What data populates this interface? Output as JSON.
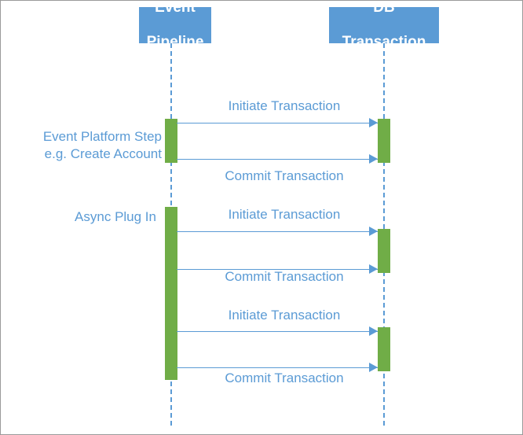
{
  "diagram": {
    "type": "sequence-diagram",
    "colors": {
      "participant_fill": "#5B9BD5",
      "participant_text": "#FFFFFF",
      "activation_fill": "#70AD47",
      "line_color": "#5B9BD5",
      "label_text": "#5B9BD5",
      "background": "#FFFFFF",
      "border": "#9A9A9A"
    },
    "participants": [
      {
        "id": "event-pipeline",
        "label": "Event\nPipeline",
        "line1": "Event",
        "line2": "Pipeline"
      },
      {
        "id": "db-transaction",
        "label": "DB\nTransaction",
        "line1": "DB",
        "line2": "Transaction"
      }
    ],
    "side_labels": [
      {
        "id": "event-platform-step",
        "line1": "Event Platform Step",
        "line2": "e.g. Create Account"
      },
      {
        "id": "async-plug-in",
        "line1": "Async Plug In",
        "line2": ""
      }
    ],
    "messages": [
      {
        "id": "m1",
        "label": "Initiate Transaction",
        "from": "event-pipeline",
        "to": "db-transaction",
        "direction": "right"
      },
      {
        "id": "m2",
        "label": "Commit Transaction",
        "from": "event-pipeline",
        "to": "db-transaction",
        "direction": "right"
      },
      {
        "id": "m3",
        "label": "Initiate Transaction",
        "from": "event-pipeline",
        "to": "db-transaction",
        "direction": "right"
      },
      {
        "id": "m4",
        "label": "Commit Transaction",
        "from": "event-pipeline",
        "to": "db-transaction",
        "direction": "right"
      },
      {
        "id": "m5",
        "label": "Initiate Transaction",
        "from": "event-pipeline",
        "to": "db-transaction",
        "direction": "right"
      },
      {
        "id": "m6",
        "label": "Commit Transaction",
        "from": "event-pipeline",
        "to": "db-transaction",
        "direction": "right"
      }
    ],
    "activations": [
      {
        "id": "left-act-1",
        "lifeline": "event-pipeline"
      },
      {
        "id": "left-act-2",
        "lifeline": "event-pipeline"
      },
      {
        "id": "right-act-1",
        "lifeline": "db-transaction"
      },
      {
        "id": "right-act-2",
        "lifeline": "db-transaction"
      },
      {
        "id": "right-act-3",
        "lifeline": "db-transaction"
      }
    ]
  }
}
